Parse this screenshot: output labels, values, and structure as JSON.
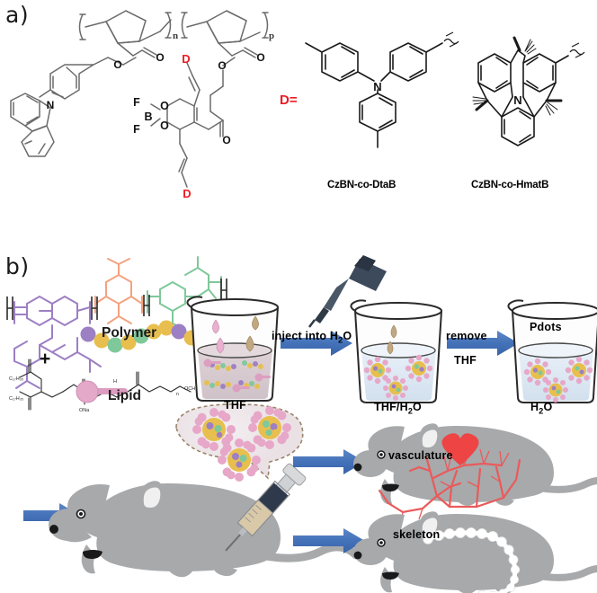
{
  "figure": {
    "panels": [
      {
        "id": "a",
        "label": "a)"
      },
      {
        "id": "b",
        "label": "b)"
      }
    ]
  },
  "panel_a": {
    "polymer_subscripts": {
      "left": "n",
      "right": "p"
    },
    "donor_legend": "D=",
    "atom_labels": {
      "carbazole_n": "N",
      "ester_o_1": "O",
      "ester_o_2": "O",
      "carbonyl_o_1": "O",
      "carbonyl_o_2": "O",
      "ketone_o": "O",
      "boron": "B",
      "fluorine_1": "F",
      "fluorine_2": "F",
      "chelate_o_top": "O",
      "chelate_o_bottom": "O",
      "donor_top": "D",
      "donor_bottom": "D",
      "dta_n": "N",
      "hmat_n": "N"
    },
    "structures": [
      {
        "name": "CzBN-co-DtaB",
        "donor": "di-p-tolylamine"
      },
      {
        "name": "CzBN-co-HmatB",
        "donor": "hexamethyl-azatriangulene"
      }
    ]
  },
  "panel_b": {
    "materials": {
      "polymer_label": "Polymer",
      "lipid_label": "Lipid",
      "plus_sign": "+"
    },
    "steps": [
      {
        "beaker_label": "THF",
        "solvent": "THF"
      },
      {
        "arrow_label": "inject into H",
        "arrow_label_sub": "2",
        "arrow_label_tail": "O"
      },
      {
        "beaker_label": "THF/H2O",
        "solvent": "THF/H2O"
      },
      {
        "arrow_label_top": "remove",
        "arrow_label_bottom": "THF"
      },
      {
        "beaker_label": "H2O",
        "beaker_inner_label": "Pdots"
      }
    ],
    "beaker_texts": {
      "thf": "THF",
      "thf_h2o_pre": "THF/H",
      "thf_h2o_sub": "2",
      "thf_h2o_post": "O",
      "h2o_pre": "H",
      "h2o_sub": "2",
      "h2o_post": "O",
      "pdots": "Pdots"
    },
    "arrow_texts": {
      "inject_pre": "inject into H",
      "inject_sub": "2",
      "inject_post": "O",
      "remove": "remove",
      "thf": "THF",
      "vasculature": "vasculature",
      "skeleton": "skeleton"
    },
    "invivo": {
      "callout_particles": 3,
      "mouse_left": "mouse-injection",
      "mouse_vasculature": "mouse-vasculature-imaging",
      "mouse_skeleton": "mouse-skeleton-imaging"
    }
  },
  "colors": {
    "arrow_blue": "#4472b8",
    "donor_red": "#ec1c24",
    "mouse_grey": "#a7a9ab",
    "vessel_red": "#ea5a5a",
    "bone_white": "#ffffff",
    "lipid_pink": "#e0a6c6",
    "polymer_purple": "#9d7fc4",
    "polymer_orange": "#f3a380",
    "polymer_green": "#7fc89a",
    "bead_yellow": "#e8bf4e",
    "pipette_navy": "#3d4a5c",
    "thf_liquid": "#d8ccd0",
    "water_liquid": "#dfe9f3"
  }
}
